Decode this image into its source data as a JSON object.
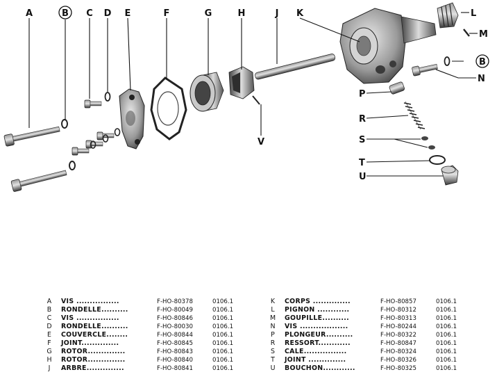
{
  "diagram": {
    "labels": {
      "A": "A",
      "B_top": "B",
      "C": "C",
      "D": "D",
      "E": "E",
      "F": "F",
      "G": "G",
      "H": "H",
      "J": "J",
      "K": "K",
      "L": "L",
      "M": "M",
      "B_right": "B",
      "N": "N",
      "P": "P",
      "R": "R",
      "S": "S",
      "T": "T",
      "U": "U",
      "V": "V"
    }
  },
  "parts": {
    "left": [
      {
        "letter": "A",
        "name": "VIS ................",
        "ref": "F-HO-80378",
        "code": "0106.1"
      },
      {
        "letter": "B",
        "name": "RONDELLE..........",
        "ref": "F-HO-80049",
        "code": "0106.1"
      },
      {
        "letter": "C",
        "name": "VIS ................",
        "ref": "F-HO-80846",
        "code": "0106.1"
      },
      {
        "letter": "D",
        "name": "RONDELLE..........",
        "ref": "F-HO-80030",
        "code": "0106.1"
      },
      {
        "letter": "E",
        "name": "COUVERCLE........",
        "ref": "F-HO-80844",
        "code": "0106.1"
      },
      {
        "letter": "F",
        "name": "JOINT..............",
        "ref": "F-HO-80845",
        "code": "0106.1"
      },
      {
        "letter": "G",
        "name": "ROTOR..............",
        "ref": "F-HO-80843",
        "code": "0106.1"
      },
      {
        "letter": "H",
        "name": "ROTOR..............",
        "ref": "F-HO-80840",
        "code": "0106.1"
      },
      {
        "letter": "J",
        "name": "ARBRE..............",
        "ref": "F-HO-80841",
        "code": "0106.1"
      }
    ],
    "right": [
      {
        "letter": "K",
        "name": "CORPS ..............",
        "ref": "F-HO-80857",
        "code": "0106.1"
      },
      {
        "letter": "L",
        "name": "PIGNON ............",
        "ref": "F-HO-80312",
        "code": "0106.1"
      },
      {
        "letter": "M",
        "name": "GOUPILLE..........",
        "ref": "F-HO-80313",
        "code": "0106.1"
      },
      {
        "letter": "N",
        "name": "VIS ..................",
        "ref": "F-HO-80244",
        "code": "0106.1"
      },
      {
        "letter": "P",
        "name": "PLONGEUR..........",
        "ref": "F-HO-80322",
        "code": "0106.1"
      },
      {
        "letter": "R",
        "name": "RESSORT............",
        "ref": "F-HO-80847",
        "code": "0106.1"
      },
      {
        "letter": "S",
        "name": "CALE................",
        "ref": "F-HO-80324",
        "code": "0106.1"
      },
      {
        "letter": "T",
        "name": "JOINT ..............",
        "ref": "F-HO-80326",
        "code": "0106.1"
      },
      {
        "letter": "U",
        "name": "BOUCHON............",
        "ref": "F-HO-80325",
        "code": "0106.1"
      }
    ]
  }
}
